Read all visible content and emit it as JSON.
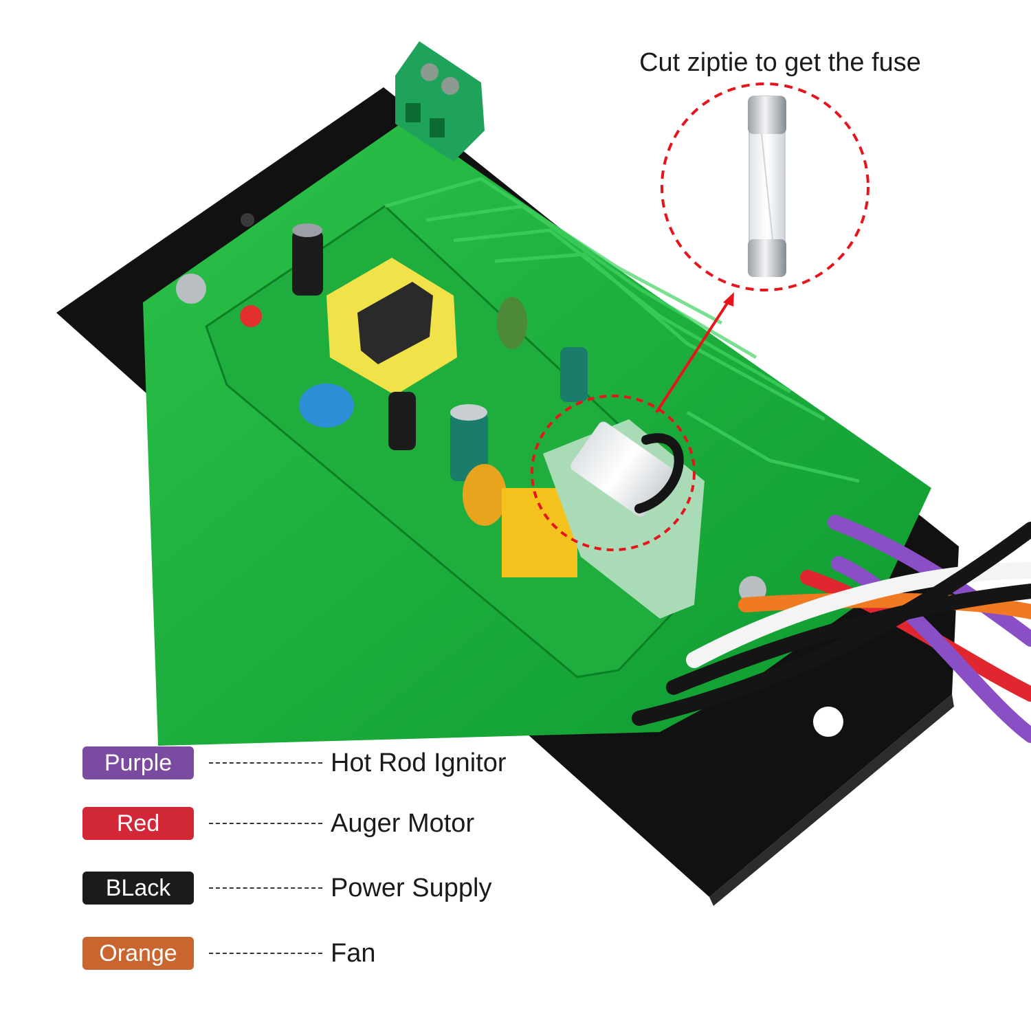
{
  "callout": {
    "title": "Cut ziptie to get the fuse",
    "circle_color": "#e8141c"
  },
  "legend": [
    {
      "label": "Purple",
      "color": "#7a4ba0",
      "description": "Hot Rod Ignitor"
    },
    {
      "label": "Red",
      "color": "#d22736",
      "description": "Auger Motor"
    },
    {
      "label": "BLack",
      "color": "#1b1b1b",
      "description": "Power Supply"
    },
    {
      "label": "Orange",
      "color": "#c9652e",
      "description": "Fan"
    }
  ],
  "wires": [
    {
      "color": "#8a4fc4"
    },
    {
      "color": "#e0262f"
    },
    {
      "color": "#151515"
    },
    {
      "color": "#f07a22"
    },
    {
      "color": "#f4f4f4"
    }
  ]
}
